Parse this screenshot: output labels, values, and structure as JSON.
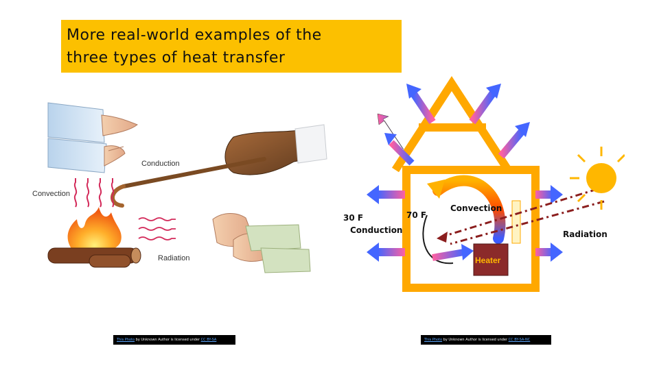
{
  "title": "More real-world examples of the\nthree types of heat transfer",
  "left_image": {
    "labels": {
      "conduction": "Conduction",
      "convection": "Convection",
      "radiation": "Radiation"
    },
    "credit": {
      "link": "This Photo",
      "middle": " by Unknown Author is licensed under ",
      "license": "CC BY-SA"
    }
  },
  "right_image": {
    "labels": {
      "outside_temp": "30 F",
      "inside_temp": "70 F",
      "conduction": "Conduction",
      "convection": "Convection",
      "radiation": "Radiation",
      "heater": "Heater"
    },
    "credit": {
      "link": "This Photo",
      "middle": " by Unknown Author is licensed under ",
      "license": "CC BY-SA-NC"
    }
  },
  "colors": {
    "title_bg": "#fcc000",
    "house": "#ffa800",
    "arrow_pink": "#ff4fa0",
    "arrow_blue": "#4466ff",
    "sun": "#ffb700",
    "heater": "#8b2a2a"
  },
  "icons": [
    "hand-icon",
    "glove-icon",
    "fire-icon",
    "log-icon",
    "sun-icon",
    "arrow-icon"
  ]
}
